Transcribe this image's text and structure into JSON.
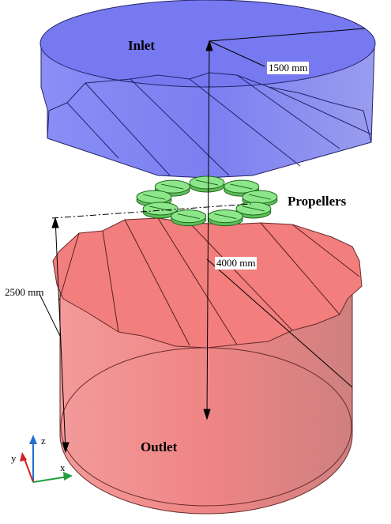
{
  "labels": {
    "inlet": "Inlet",
    "propellers": "Propellers",
    "outlet": "Outlet"
  },
  "dimensions": {
    "inlet_radius": "1500 mm",
    "total_height": "4000 mm",
    "outlet_height": "2500 mm"
  },
  "axes": {
    "z": "z",
    "y": "y",
    "x": "x"
  },
  "colors": {
    "inlet": "#7b7ff0",
    "outlet": "#f48080",
    "propeller": "#8ee68a",
    "z_axis": "#1f6fd0",
    "y_axis": "#d02020",
    "x_axis": "#20a040"
  }
}
